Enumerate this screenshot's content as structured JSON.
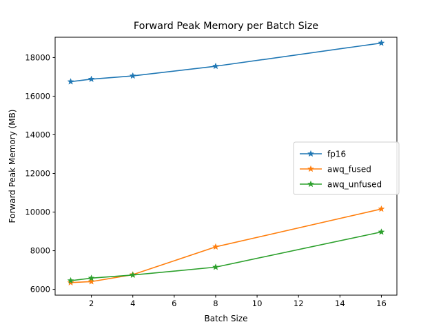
{
  "chart_data": {
    "type": "line",
    "title": "Forward Peak Memory per Batch Size",
    "xlabel": "Batch Size",
    "ylabel": "Forward Peak Memory (MB)",
    "x": [
      1,
      2,
      4,
      8,
      16
    ],
    "xlim": [
      0.25,
      16.75
    ],
    "ylim": [
      5700,
      19050
    ],
    "xticks": [
      2,
      4,
      6,
      8,
      10,
      12,
      14,
      16
    ],
    "xticklabels": [
      "2",
      "4",
      "6",
      "8",
      "10",
      "12",
      "14",
      "16"
    ],
    "yticks": [
      6000,
      8000,
      10000,
      12000,
      14000,
      16000,
      18000
    ],
    "yticklabels": [
      "6000",
      "8000",
      "10000",
      "12000",
      "14000",
      "16000",
      "18000"
    ],
    "grid": false,
    "marker": "star",
    "legend_position": "center-right",
    "series": [
      {
        "name": "fp16",
        "color": "#1f77b4",
        "values": [
          16750,
          16880,
          17050,
          17550,
          18750
        ]
      },
      {
        "name": "awq_fused",
        "color": "#ff7f0e",
        "values": [
          6350,
          6400,
          6760,
          8200,
          10160
        ]
      },
      {
        "name": "awq_unfused",
        "color": "#2ca02c",
        "values": [
          6450,
          6580,
          6740,
          7150,
          8970
        ]
      }
    ]
  },
  "figure": {
    "background_color": "#ffffff",
    "axes_color": "#000000"
  }
}
